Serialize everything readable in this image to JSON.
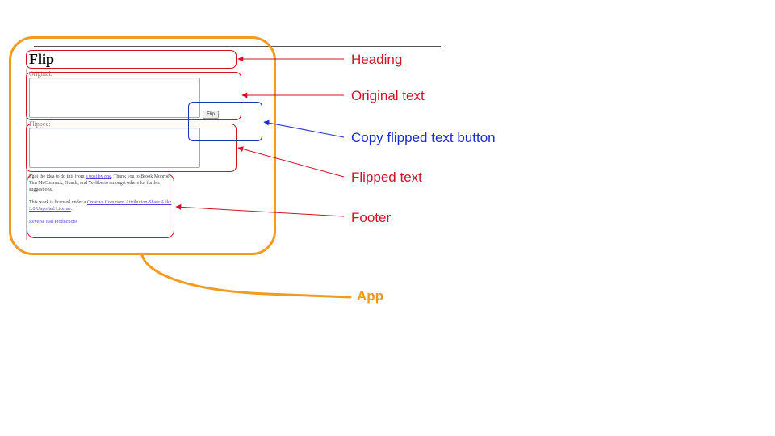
{
  "app": {
    "title": "Flip",
    "original_label": "Original:",
    "flipped_label": "Flipped:",
    "original_value": "",
    "flipped_value": "",
    "flip_button_label": "Flip",
    "footer": {
      "credit_prefix": "I got the idea to do this from ",
      "credit_link": "a post by one",
      "credit_suffix": ". Thank you to Brook Monroe, Tim McCormack, Glards, and Yeeliberto amongst others for further suggestions.",
      "license_prefix": "This work is licensed under a ",
      "license_link": "Creative Commons Attribution-Share Alike 3.0 Unported License",
      "license_suffix": ".",
      "author_link": "Reverse Fad Productions"
    }
  },
  "annotations": {
    "heading": "Heading",
    "original_text": "Original text",
    "copy_button": "Copy flipped text button",
    "flipped_text": "Flipped text",
    "footer": "Footer",
    "app": "App"
  },
  "colors": {
    "component_red": "#d0112b",
    "button_blue": "#1a2bd0",
    "app_orange": "#f29b1f"
  }
}
